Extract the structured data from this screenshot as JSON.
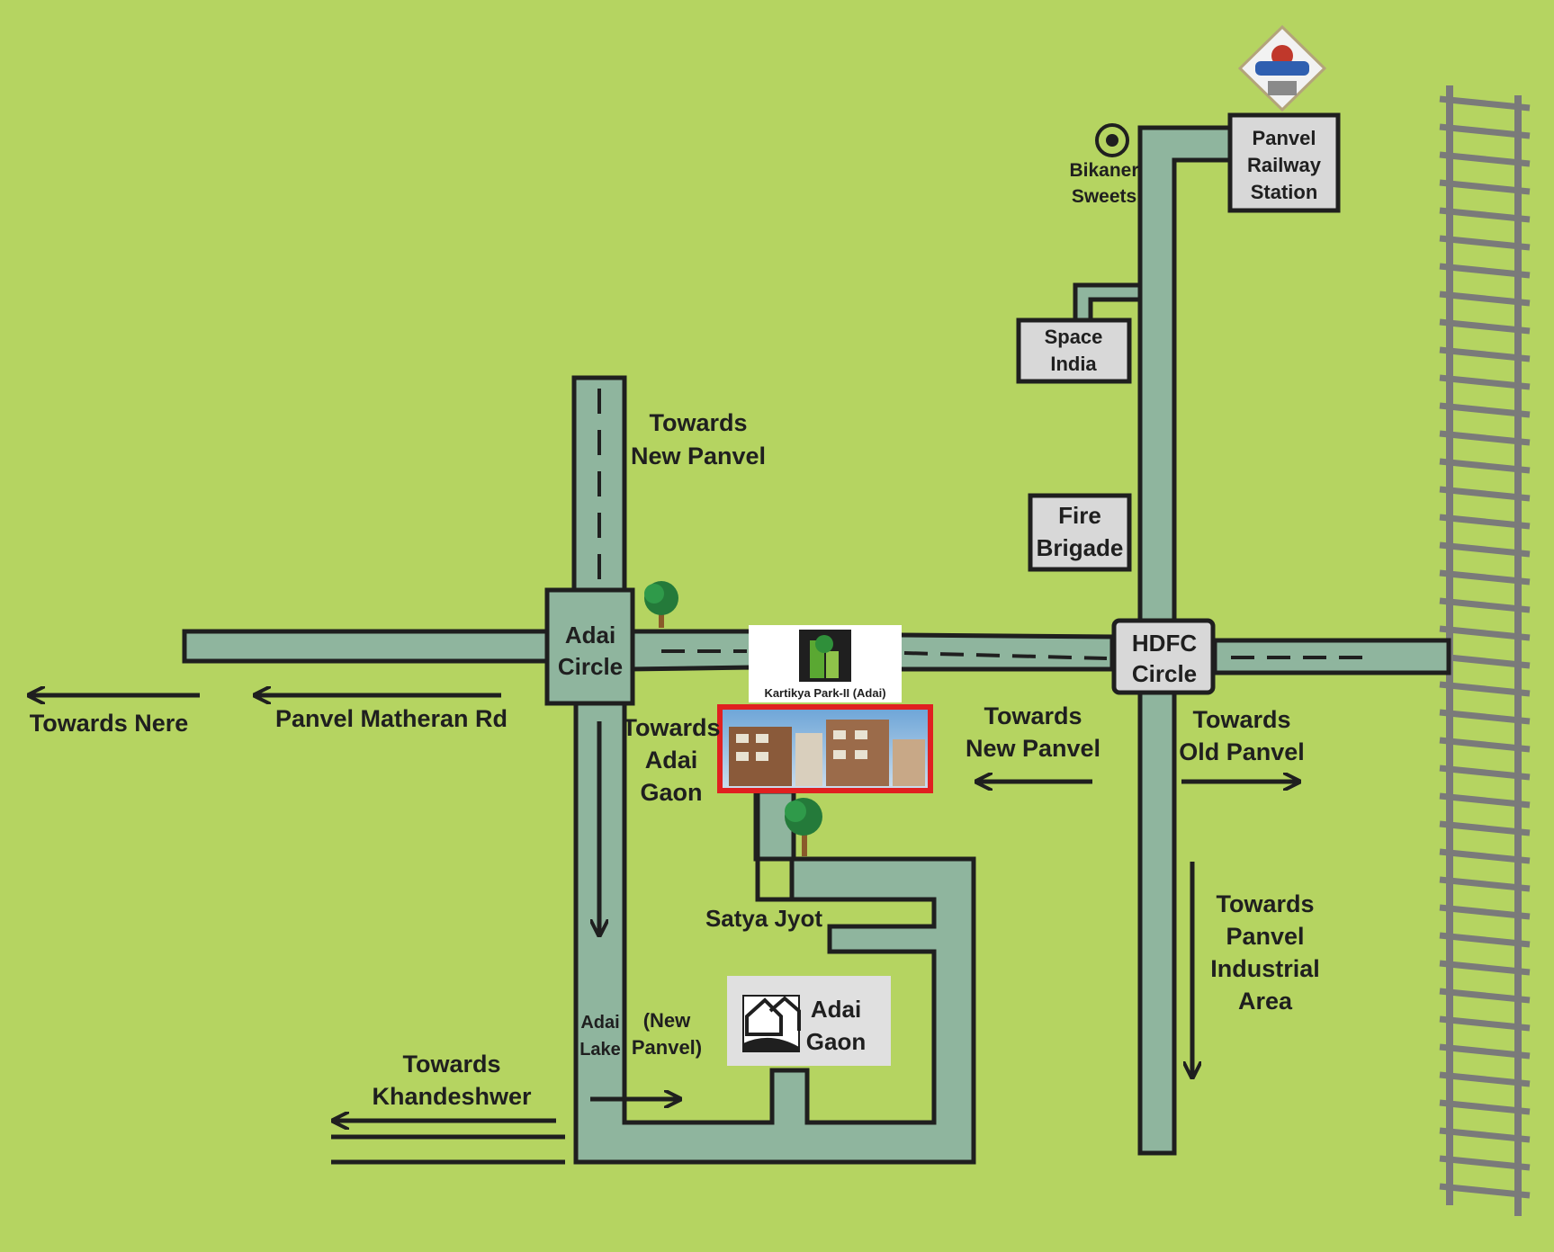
{
  "landmarks": {
    "adai_circle": [
      "Adai",
      "Circle"
    ],
    "hdfc_circle": [
      "HDFC",
      "Circle"
    ],
    "panvel_station": [
      "Panvel",
      "Railway",
      "Station"
    ],
    "bikaner": [
      "Bikaner",
      "Sweets"
    ],
    "space_india": [
      "Space",
      "India"
    ],
    "fire_brigade": [
      "Fire",
      "Brigade"
    ],
    "satya_jyot": "Satya Jyot",
    "adai_gaon": [
      "Adai",
      "Gaon"
    ],
    "adai_lake": [
      "Adai",
      "Lake"
    ],
    "new_panvel_paren": [
      "(New",
      "Panvel)"
    ],
    "project_name": "Kartikya Park-II (Adai)"
  },
  "directions": {
    "towards_new_panvel_top": [
      "Towards",
      "New Panvel"
    ],
    "towards_nere": "Towards Nere",
    "panvel_matheran_rd": "Panvel Matheran Rd",
    "towards_adai_gaon": [
      "Towards",
      "Adai",
      "Gaon"
    ],
    "towards_new_panvel_mid": [
      "Towards",
      "New Panvel"
    ],
    "towards_old_panvel": [
      "Towards",
      "Old Panvel"
    ],
    "towards_industrial": [
      "Towards",
      "Panvel",
      "Industrial",
      "Area"
    ],
    "towards_khandeshwer": [
      "Towards",
      "Khandeshwer"
    ]
  },
  "icons": [
    "target-icon",
    "railway-logo-icon",
    "tree-icon",
    "house-icon",
    "project-logo-icon",
    "building-photo"
  ],
  "colors": {
    "background": "#b5d461",
    "road": "#8fb59e",
    "outline": "#1f1f1f",
    "box": "#d8d8d8",
    "highlight": "#e02020"
  }
}
